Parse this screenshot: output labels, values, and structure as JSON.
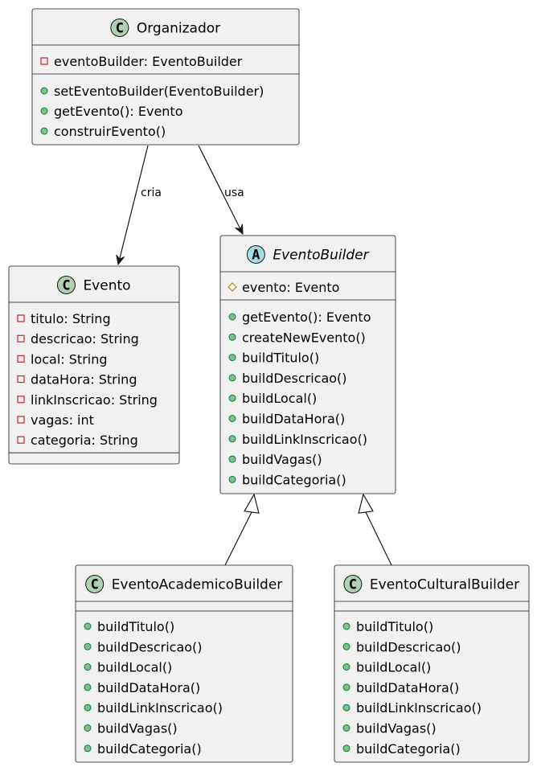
{
  "diagram": {
    "classes": {
      "organizador": {
        "stereotype": "C",
        "name": "Organizador",
        "attributes": [
          {
            "visibility": "private",
            "text": "eventoBuilder: EventoBuilder"
          }
        ],
        "methods": [
          {
            "visibility": "public",
            "text": "setEventoBuilder(EventoBuilder)"
          },
          {
            "visibility": "public",
            "text": "getEvento(): Evento"
          },
          {
            "visibility": "public",
            "text": "construirEvento()"
          }
        ]
      },
      "evento": {
        "stereotype": "C",
        "name": "Evento",
        "attributes": [
          {
            "visibility": "private",
            "text": "titulo: String"
          },
          {
            "visibility": "private",
            "text": "descricao: String"
          },
          {
            "visibility": "private",
            "text": "local: String"
          },
          {
            "visibility": "private",
            "text": "dataHora: String"
          },
          {
            "visibility": "private",
            "text": "linkInscricao: String"
          },
          {
            "visibility": "private",
            "text": "vagas: int"
          },
          {
            "visibility": "private",
            "text": "categoria: String"
          }
        ],
        "methods": []
      },
      "eventoBuilder": {
        "stereotype": "A",
        "name": "EventoBuilder",
        "attributes": [
          {
            "visibility": "protected",
            "text": "evento: Evento"
          }
        ],
        "methods": [
          {
            "visibility": "public",
            "text": "getEvento(): Evento"
          },
          {
            "visibility": "public",
            "text": "createNewEvento()"
          },
          {
            "visibility": "public",
            "text": "buildTitulo()"
          },
          {
            "visibility": "public",
            "text": "buildDescricao()"
          },
          {
            "visibility": "public",
            "text": "buildLocal()"
          },
          {
            "visibility": "public",
            "text": "buildDataHora()"
          },
          {
            "visibility": "public",
            "text": "buildLinkInscricao()"
          },
          {
            "visibility": "public",
            "text": "buildVagas()"
          },
          {
            "visibility": "public",
            "text": "buildCategoria()"
          }
        ]
      },
      "eventoAcademicoBuilder": {
        "stereotype": "C",
        "name": "EventoAcademicoBuilder",
        "attributes": [],
        "methods": [
          {
            "visibility": "public",
            "text": "buildTitulo()"
          },
          {
            "visibility": "public",
            "text": "buildDescricao()"
          },
          {
            "visibility": "public",
            "text": "buildLocal()"
          },
          {
            "visibility": "public",
            "text": "buildDataHora()"
          },
          {
            "visibility": "public",
            "text": "buildLinkInscricao()"
          },
          {
            "visibility": "public",
            "text": "buildVagas()"
          },
          {
            "visibility": "public",
            "text": "buildCategoria()"
          }
        ]
      },
      "eventoCulturalBuilder": {
        "stereotype": "C",
        "name": "EventoCulturalBuilder",
        "attributes": [],
        "methods": [
          {
            "visibility": "public",
            "text": "buildTitulo()"
          },
          {
            "visibility": "public",
            "text": "buildDescricao()"
          },
          {
            "visibility": "public",
            "text": "buildLocal()"
          },
          {
            "visibility": "public",
            "text": "buildDataHora()"
          },
          {
            "visibility": "public",
            "text": "buildLinkInscricao()"
          },
          {
            "visibility": "public",
            "text": "buildVagas()"
          },
          {
            "visibility": "public",
            "text": "buildCategoria()"
          }
        ]
      }
    },
    "relations": [
      {
        "from": "organizador",
        "to": "evento",
        "type": "association",
        "label": "cria"
      },
      {
        "from": "organizador",
        "to": "eventoBuilder",
        "type": "association",
        "label": "usa"
      },
      {
        "from": "eventoAcademicoBuilder",
        "to": "eventoBuilder",
        "type": "inheritance",
        "label": ""
      },
      {
        "from": "eventoCulturalBuilder",
        "to": "eventoBuilder",
        "type": "inheritance",
        "label": ""
      }
    ]
  }
}
